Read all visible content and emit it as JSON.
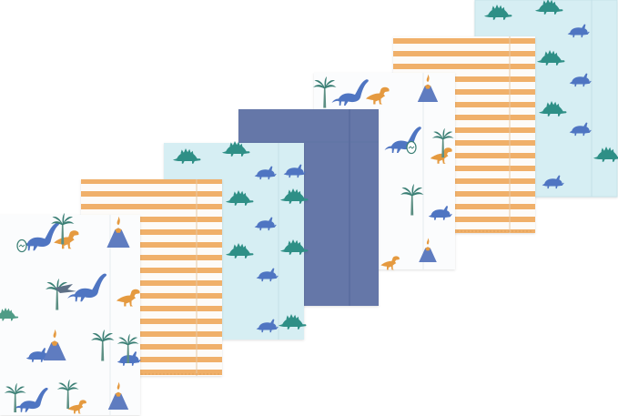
{
  "palette": {
    "background": "#ffffff",
    "print_white": "#fbfcfd",
    "mint": "#d6eef3",
    "mint_edge": "#c7e4ea",
    "stripe_orange": "#f0b06a",
    "stripe_white": "#fdfbf8",
    "navy": "#6577a8",
    "navy_dark": "#56689b",
    "dino_blue": "#4f74c2",
    "dino_teal": "#2f8f86",
    "dino_orange": "#e59a3f",
    "dino_green": "#4f9c86",
    "palm_green": "#3a7f74",
    "stitch": "#e2a35e"
  },
  "cloths": [
    {
      "pattern": "dino-white"
    },
    {
      "pattern": "stripe-orange"
    },
    {
      "pattern": "dino-mint"
    },
    {
      "pattern": "solid-navy"
    },
    {
      "pattern": "dino-white"
    },
    {
      "pattern": "stripe-orange"
    },
    {
      "pattern": "dino-mint"
    }
  ]
}
